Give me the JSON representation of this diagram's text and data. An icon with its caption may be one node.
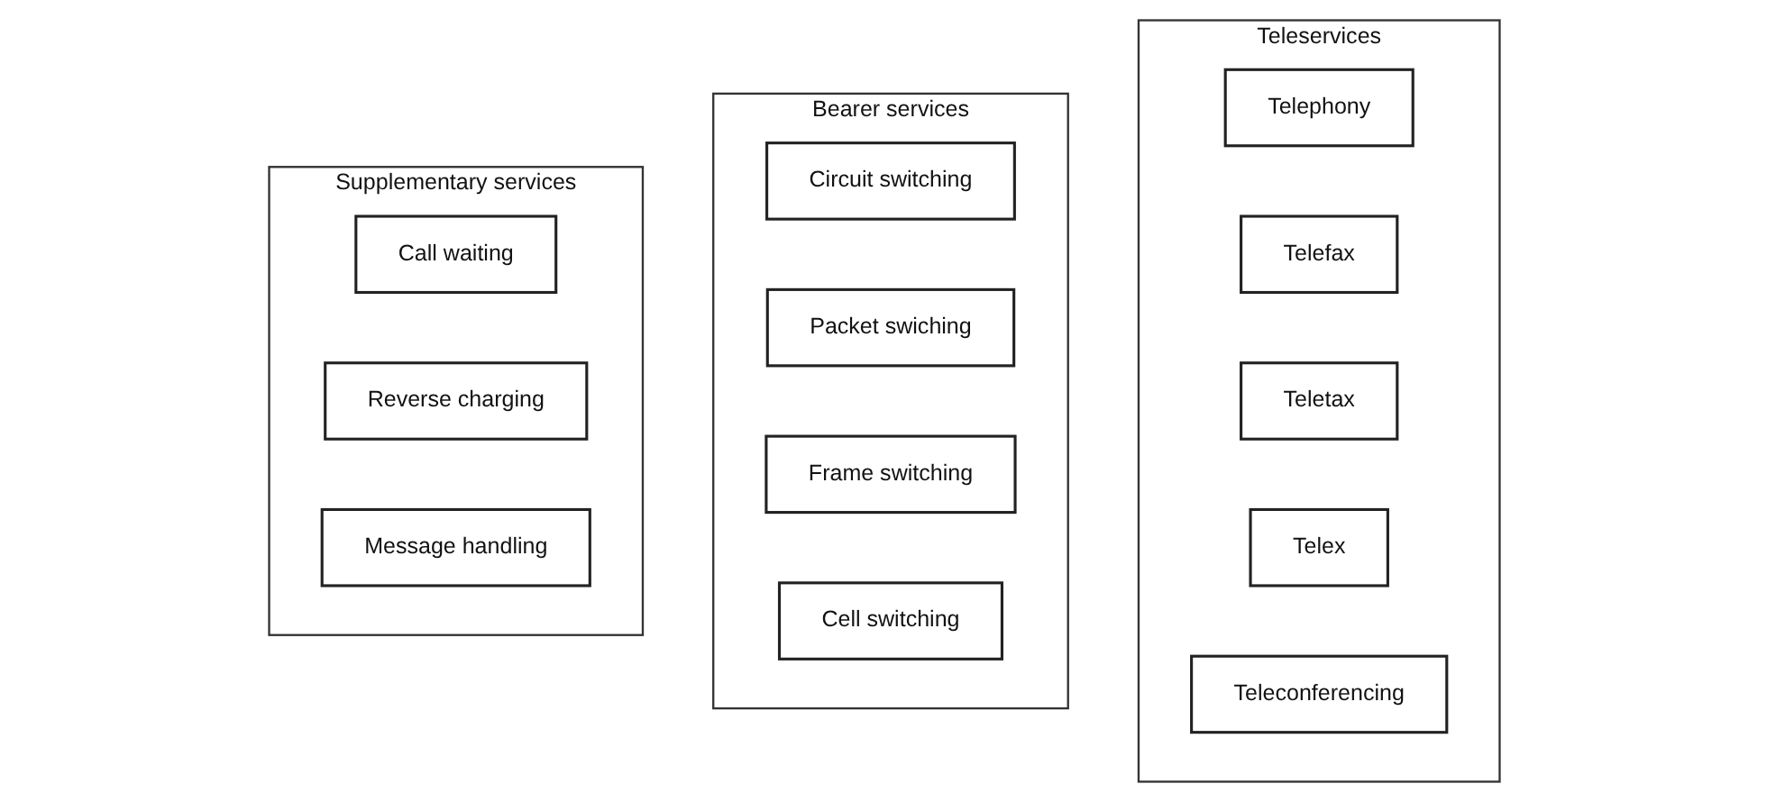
{
  "diagram": {
    "nodes": [
      {
        "text": [
          "Teleservices"
        ]
      },
      {
        "text": [
          "Telephony"
        ],
        "in": 0
      },
      {
        "text": [
          "Telefax"
        ],
        "in": 0
      },
      {
        "text": [
          "Teletax"
        ],
        "in": 0
      },
      {
        "text": [
          "Telex"
        ],
        "in": 0
      },
      {
        "text": [
          "Teleconferencing"
        ],
        "in": 0
      },
      {
        "text": [
          "Bearer services"
        ]
      },
      {
        "text": [
          "Circuit switching"
        ],
        "in": 6
      },
      {
        "text": [
          "Packet swiching"
        ],
        "in": 6
      },
      {
        "text": [
          "Frame switching"
        ],
        "in": 6
      },
      {
        "text": [
          "Cell switching"
        ],
        "in": 6
      },
      {
        "text": [
          "Supplementary services"
        ]
      },
      {
        "text": [
          "Call waiting"
        ],
        "in": 11
      },
      {
        "text": [
          "Reverse charging"
        ],
        "in": 11
      },
      {
        "text": [
          "Message handling"
        ],
        "in": 11
      }
    ],
    "edges": []
  }
}
